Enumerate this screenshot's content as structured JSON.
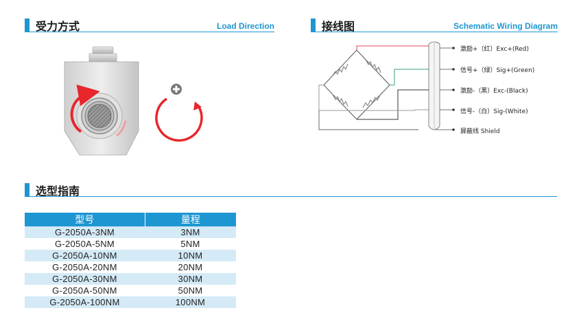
{
  "load_section": {
    "title_cn": "受力方式",
    "title_en": "Load Direction"
  },
  "wiring_section": {
    "title_cn": "接线图",
    "title_en": "Schematic Wiring Diagram",
    "wires": [
      {
        "label": "激励+（红）Exc+(Red)",
        "color": "#e0474c"
      },
      {
        "label": "信号+（绿）Sig+(Green)",
        "color": "#3aa37a"
      },
      {
        "label": "激励-（黑）Exc-(Black)",
        "color": "#333333"
      },
      {
        "label": "信号-（白）Sig-(White)",
        "color": "#999999"
      },
      {
        "label": "屏蔽线  Shield",
        "color": "#555555"
      }
    ]
  },
  "selection_section": {
    "title_cn": "选型指南",
    "table": {
      "headers": [
        "型号",
        "量程"
      ],
      "rows": [
        [
          "G-2050A-3NM",
          "3NM"
        ],
        [
          "G-2050A-5NM",
          "5NM"
        ],
        [
          "G-2050A-10NM",
          "10NM"
        ],
        [
          "G-2050A-20NM",
          "20NM"
        ],
        [
          "G-2050A-30NM",
          "30NM"
        ],
        [
          "G-2050A-50NM",
          "50NM"
        ],
        [
          "G-2050A-100NM",
          "100NM"
        ]
      ]
    }
  },
  "icons": {
    "rotation_arrow": "clockwise-arrow-icon",
    "plus_badge": "plus-circle-icon"
  },
  "colors": {
    "accent": "#1e96d2",
    "arrow_red": "#e8262b",
    "table_shade": "#d4eaf6"
  }
}
